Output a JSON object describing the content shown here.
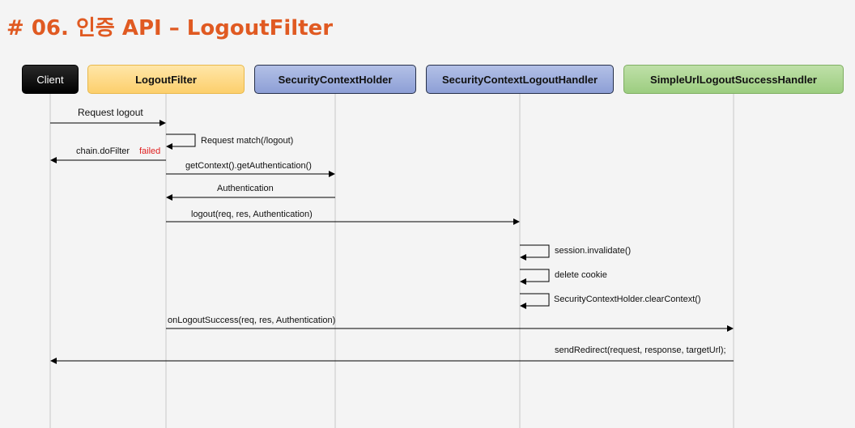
{
  "title": "# 06. 인증 API – LogoutFilter",
  "actors": {
    "client": "Client",
    "logout_filter": "LogoutFilter",
    "context_holder": "SecurityContextHolder",
    "logout_handler": "SecurityContextLogoutHandler",
    "success_handler": "SimpleUrlLogoutSuccessHandler"
  },
  "messages": {
    "request_logout": "Request logout",
    "request_match": "Request match(/logout)",
    "chain_do_filter": "chain.doFilter",
    "failed": "failed",
    "get_context": "getContext().getAuthentication()",
    "authentication": "Authentication",
    "logout_call": "logout(req, res, Authentication)",
    "session_invalidate": "session.invalidate()",
    "delete_cookie": "delete cookie",
    "clear_context": "SecurityContextHolder.clearContext()",
    "on_logout_success": "onLogoutSuccess(req, res, Authentication)",
    "send_redirect": "sendRedirect(request, response, targetUrl);"
  }
}
